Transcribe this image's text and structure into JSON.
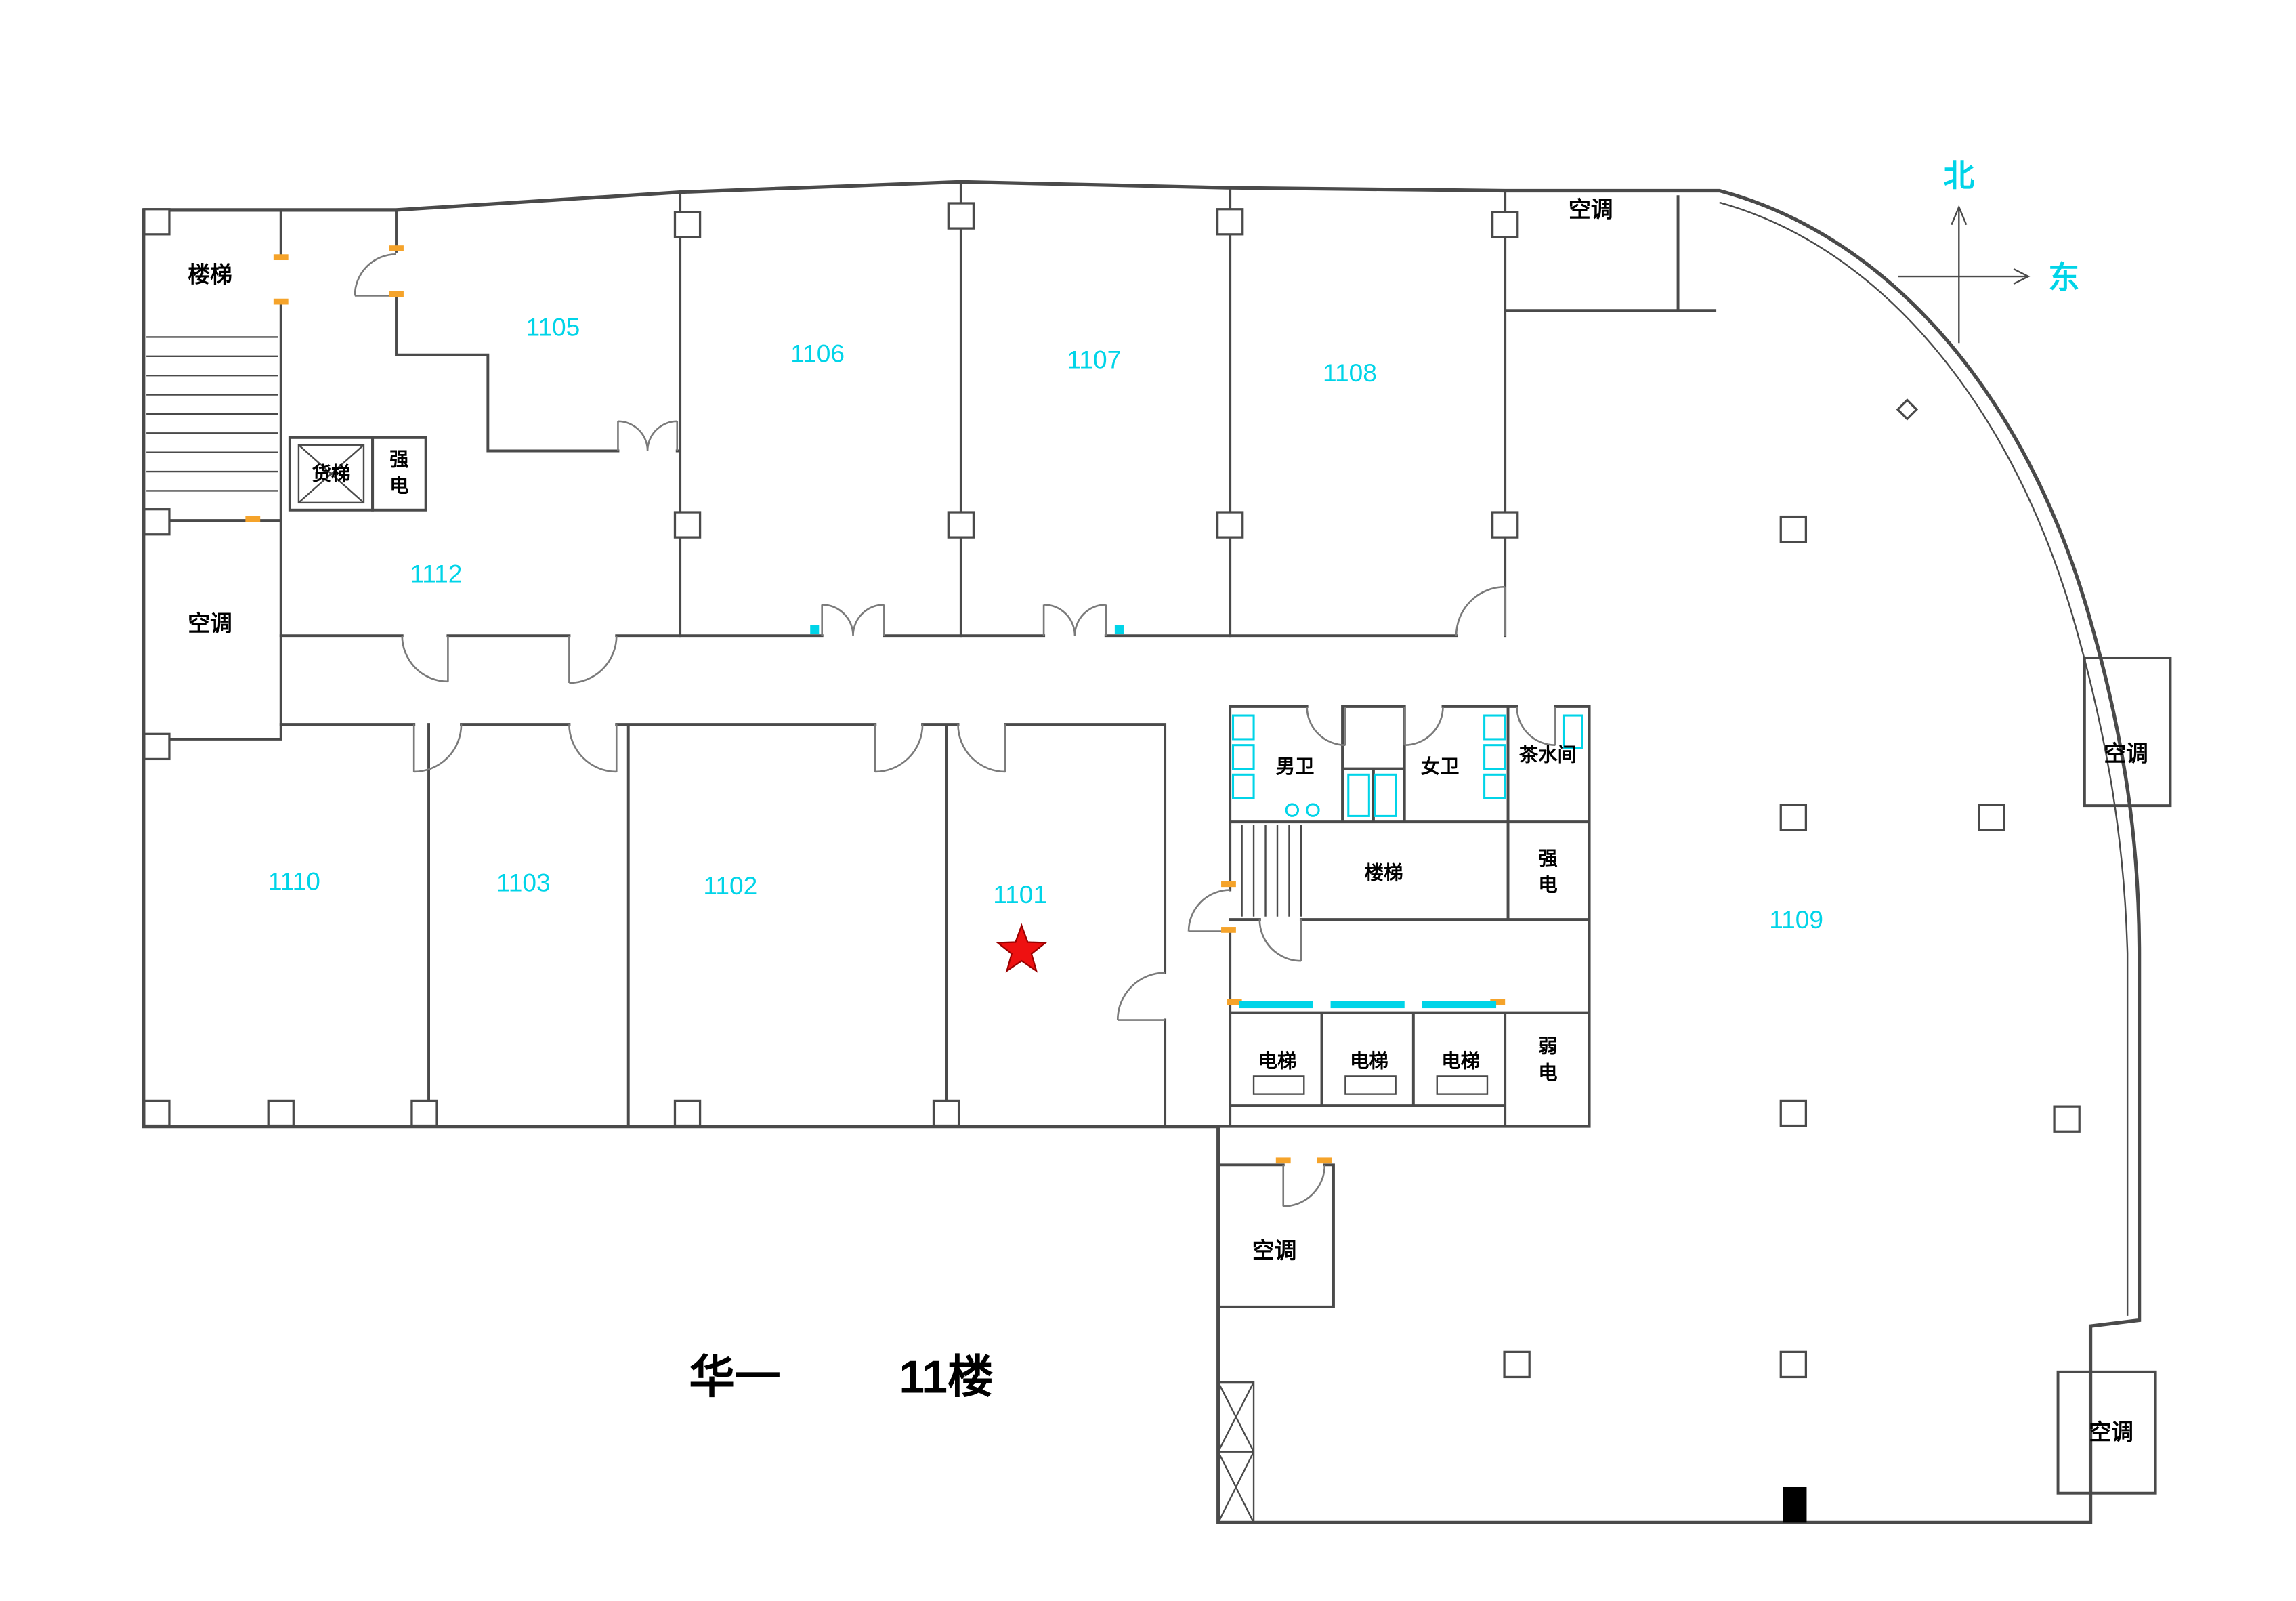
{
  "title": {
    "building": "华一",
    "floor": "11楼"
  },
  "compass": {
    "north": "北",
    "east": "东"
  },
  "rooms": {
    "r1101": "1101",
    "r1102": "1102",
    "r1103": "1103",
    "r1105": "1105",
    "r1106": "1106",
    "r1107": "1107",
    "r1108": "1108",
    "r1109": "1109",
    "r1110": "1110",
    "r1112": "1112"
  },
  "facilities": {
    "stairs_nw": "楼梯",
    "freight_elevator": "货梯",
    "strong_elec_nw": [
      "强",
      "电"
    ],
    "ac_west": "空调",
    "ac_north": "空调",
    "mens_toilet": "男卫",
    "womens_toilet": "女卫",
    "tea_room": "茶水间",
    "stairs_core": "楼梯",
    "strong_elec_core": [
      "强",
      "电"
    ],
    "elevator_1": "电梯",
    "elevator_2": "电梯",
    "elevator_3": "电梯",
    "weak_elec": [
      "弱",
      "电"
    ],
    "ac_east": "空调",
    "ac_south": "空调",
    "ac_southeast": "空调"
  },
  "marker": {
    "shape": "star",
    "located_in_room": "1101"
  },
  "colors": {
    "wall": "#4a4a4a",
    "accent": "#00d4e8",
    "door_orange": "#f5a32a",
    "star_red": "#ee1111"
  }
}
